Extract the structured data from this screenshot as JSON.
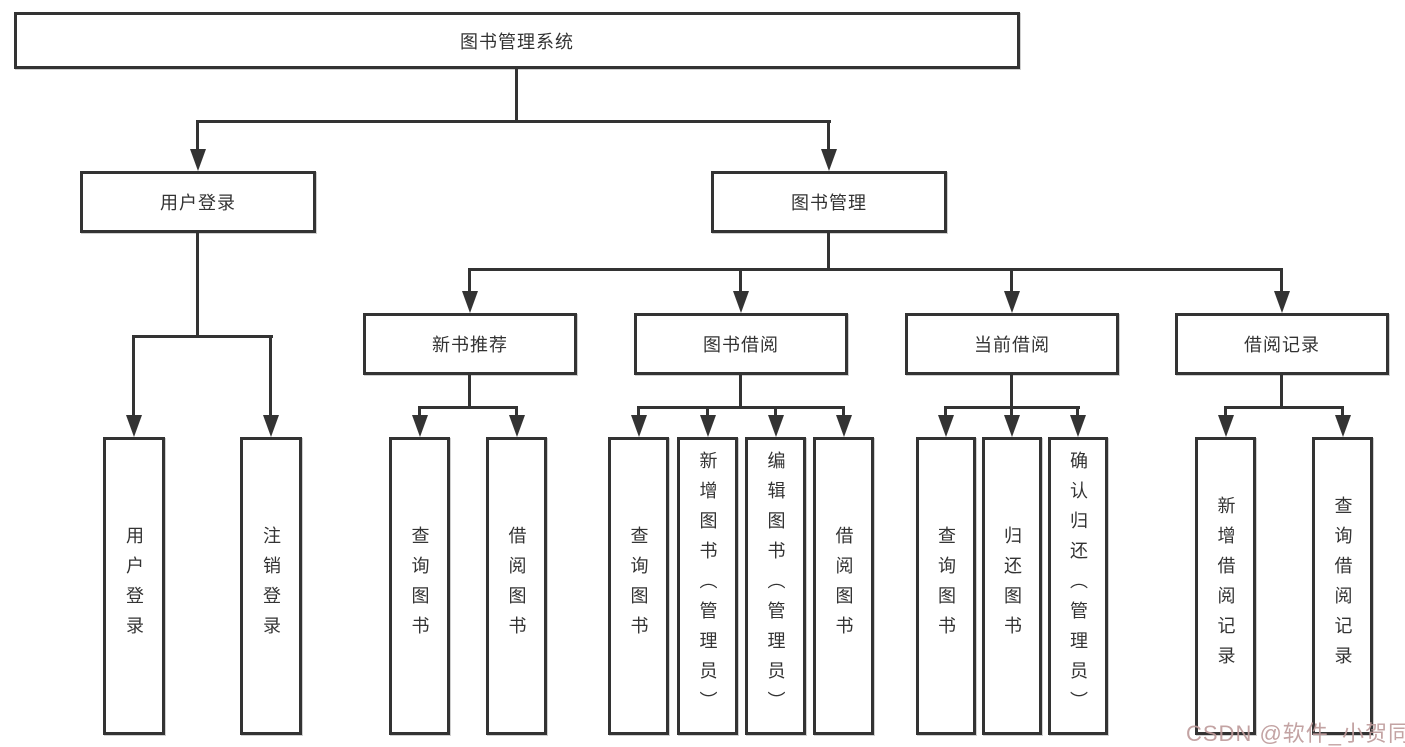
{
  "title": "图书管理系统",
  "nodes": {
    "root": "图书管理系统",
    "user_login": "用户登录",
    "book_mgmt": "图书管理",
    "new_book": "新书推荐",
    "book_borrow": "图书借阅",
    "current_borrow": "当前借阅",
    "borrow_record": "借阅记录"
  },
  "leaves": {
    "user_login": [
      "用户登录",
      "注销登录"
    ],
    "new_book": [
      "查询图书",
      "借阅图书"
    ],
    "book_borrow": [
      "查询图书",
      "新增图书（管理员）",
      "编辑图书（管理员）",
      "借阅图书"
    ],
    "current_borrow": [
      "查询图书",
      "归还图书",
      "确认归还（管理员）"
    ],
    "borrow_record": [
      "新增借阅记录",
      "查询借阅记录"
    ]
  },
  "watermark": "CSDN @软件_小贺同学",
  "colors": {
    "line": "#333333",
    "background": "#ffffff",
    "watermark": "#be9b9b"
  }
}
